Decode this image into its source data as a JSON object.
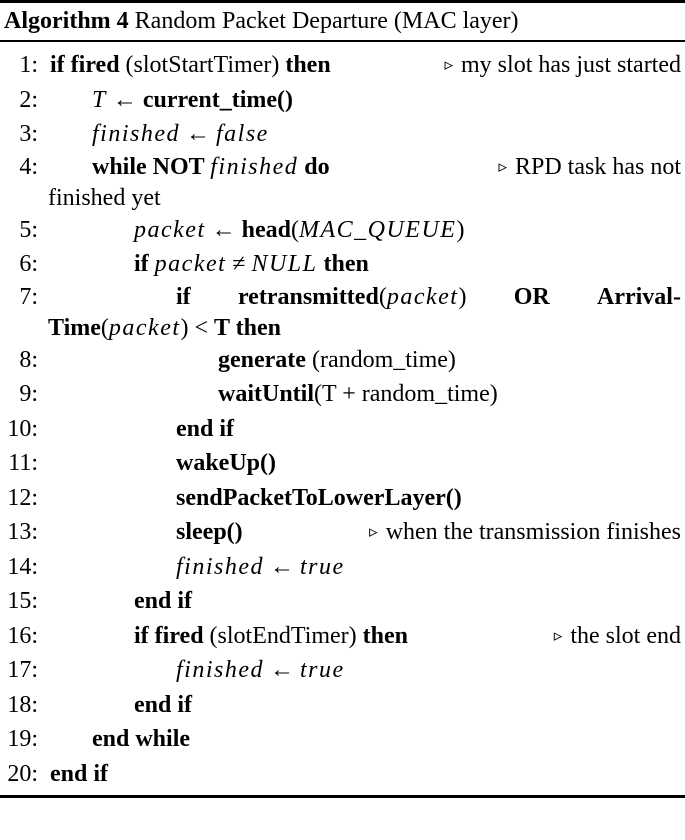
{
  "algorithm": {
    "label": "Algorithm 4",
    "title": "Random Packet Departure (MAC layer)",
    "comment_marker": "▹",
    "lines": [
      {
        "num": "1:",
        "indent": 0,
        "parts": [
          {
            "t": "if fired",
            "s": "kw"
          },
          {
            "t": " (slotStartTimer) "
          },
          {
            "t": "then",
            "s": "kw"
          }
        ],
        "comment": "my slot has just started"
      },
      {
        "num": "2:",
        "indent": 1,
        "parts": [
          {
            "t": "T",
            "s": "var"
          },
          {
            "t": " ← "
          },
          {
            "t": "current_time()",
            "s": "kw"
          }
        ]
      },
      {
        "num": "3:",
        "indent": 1,
        "parts": [
          {
            "t": "finished",
            "s": "var"
          },
          {
            "t": " ← "
          },
          {
            "t": "false",
            "s": "var"
          }
        ]
      },
      {
        "num": "4:",
        "indent": 1,
        "parts": [
          {
            "t": "while NOT ",
            "s": "kw"
          },
          {
            "t": "finished",
            "s": "var"
          },
          {
            "t": " do",
            "s": "kw"
          }
        ],
        "comment": "RPD task has not",
        "continuation": "finished yet"
      },
      {
        "num": "5:",
        "indent": 2,
        "parts": [
          {
            "t": "packet",
            "s": "var"
          },
          {
            "t": " ← "
          },
          {
            "t": "head",
            "s": "kw"
          },
          {
            "t": "("
          },
          {
            "t": "MAC_QUEUE",
            "s": "var"
          },
          {
            "t": ")"
          }
        ]
      },
      {
        "num": "6:",
        "indent": 2,
        "parts": [
          {
            "t": "if ",
            "s": "kw"
          },
          {
            "t": "packet",
            "s": "var"
          },
          {
            "t": " ≠ "
          },
          {
            "t": "NULL",
            "s": "var"
          },
          {
            "t": " then",
            "s": "kw"
          }
        ]
      },
      {
        "num": "7:",
        "indent": 3,
        "justify": true,
        "words": [
          [
            {
              "t": "if",
              "s": "kw"
            }
          ],
          [
            {
              "t": "retransmitted",
              "s": "kw"
            },
            {
              "t": "("
            },
            {
              "t": "packet",
              "s": "var"
            },
            {
              "t": ")"
            }
          ],
          [
            {
              "t": "OR",
              "s": "kw"
            }
          ],
          [
            {
              "t": "Arrival-",
              "s": "kw"
            }
          ]
        ],
        "continuation_parts": [
          {
            "t": "Time",
            "s": "kw"
          },
          {
            "t": "("
          },
          {
            "t": "packet",
            "s": "var"
          },
          {
            "t": ") < "
          },
          {
            "t": "T then",
            "s": "kw"
          }
        ]
      },
      {
        "num": "8:",
        "indent": 4,
        "parts": [
          {
            "t": "generate",
            "s": "kw"
          },
          {
            "t": " (random_time)"
          }
        ]
      },
      {
        "num": "9:",
        "indent": 4,
        "parts": [
          {
            "t": "waitUntil",
            "s": "kw"
          },
          {
            "t": "(T + random_time)"
          }
        ]
      },
      {
        "num": "10:",
        "indent": 3,
        "parts": [
          {
            "t": "end if",
            "s": "kw"
          }
        ]
      },
      {
        "num": "11:",
        "indent": 3,
        "parts": [
          {
            "t": "wakeUp()",
            "s": "kw"
          }
        ]
      },
      {
        "num": "12:",
        "indent": 3,
        "parts": [
          {
            "t": "sendPacketToLowerLayer()",
            "s": "kw"
          }
        ]
      },
      {
        "num": "13:",
        "indent": 3,
        "parts": [
          {
            "t": "sleep()",
            "s": "kw"
          }
        ],
        "comment": "when the transmission finishes"
      },
      {
        "num": "14:",
        "indent": 3,
        "parts": [
          {
            "t": "finished",
            "s": "var"
          },
          {
            "t": " ← "
          },
          {
            "t": "true",
            "s": "var"
          }
        ]
      },
      {
        "num": "15:",
        "indent": 2,
        "parts": [
          {
            "t": "end if",
            "s": "kw"
          }
        ]
      },
      {
        "num": "16:",
        "indent": 2,
        "parts": [
          {
            "t": "if fired",
            "s": "kw"
          },
          {
            "t": " (slotEndTimer) "
          },
          {
            "t": "then",
            "s": "kw"
          }
        ],
        "comment": "the slot end"
      },
      {
        "num": "17:",
        "indent": 3,
        "parts": [
          {
            "t": "finished",
            "s": "var"
          },
          {
            "t": " ← "
          },
          {
            "t": "true",
            "s": "var"
          }
        ]
      },
      {
        "num": "18:",
        "indent": 2,
        "parts": [
          {
            "t": "end if",
            "s": "kw"
          }
        ]
      },
      {
        "num": "19:",
        "indent": 1,
        "parts": [
          {
            "t": "end while",
            "s": "kw"
          }
        ]
      },
      {
        "num": "20:",
        "indent": 0,
        "parts": [
          {
            "t": "end if",
            "s": "kw"
          }
        ]
      }
    ]
  }
}
